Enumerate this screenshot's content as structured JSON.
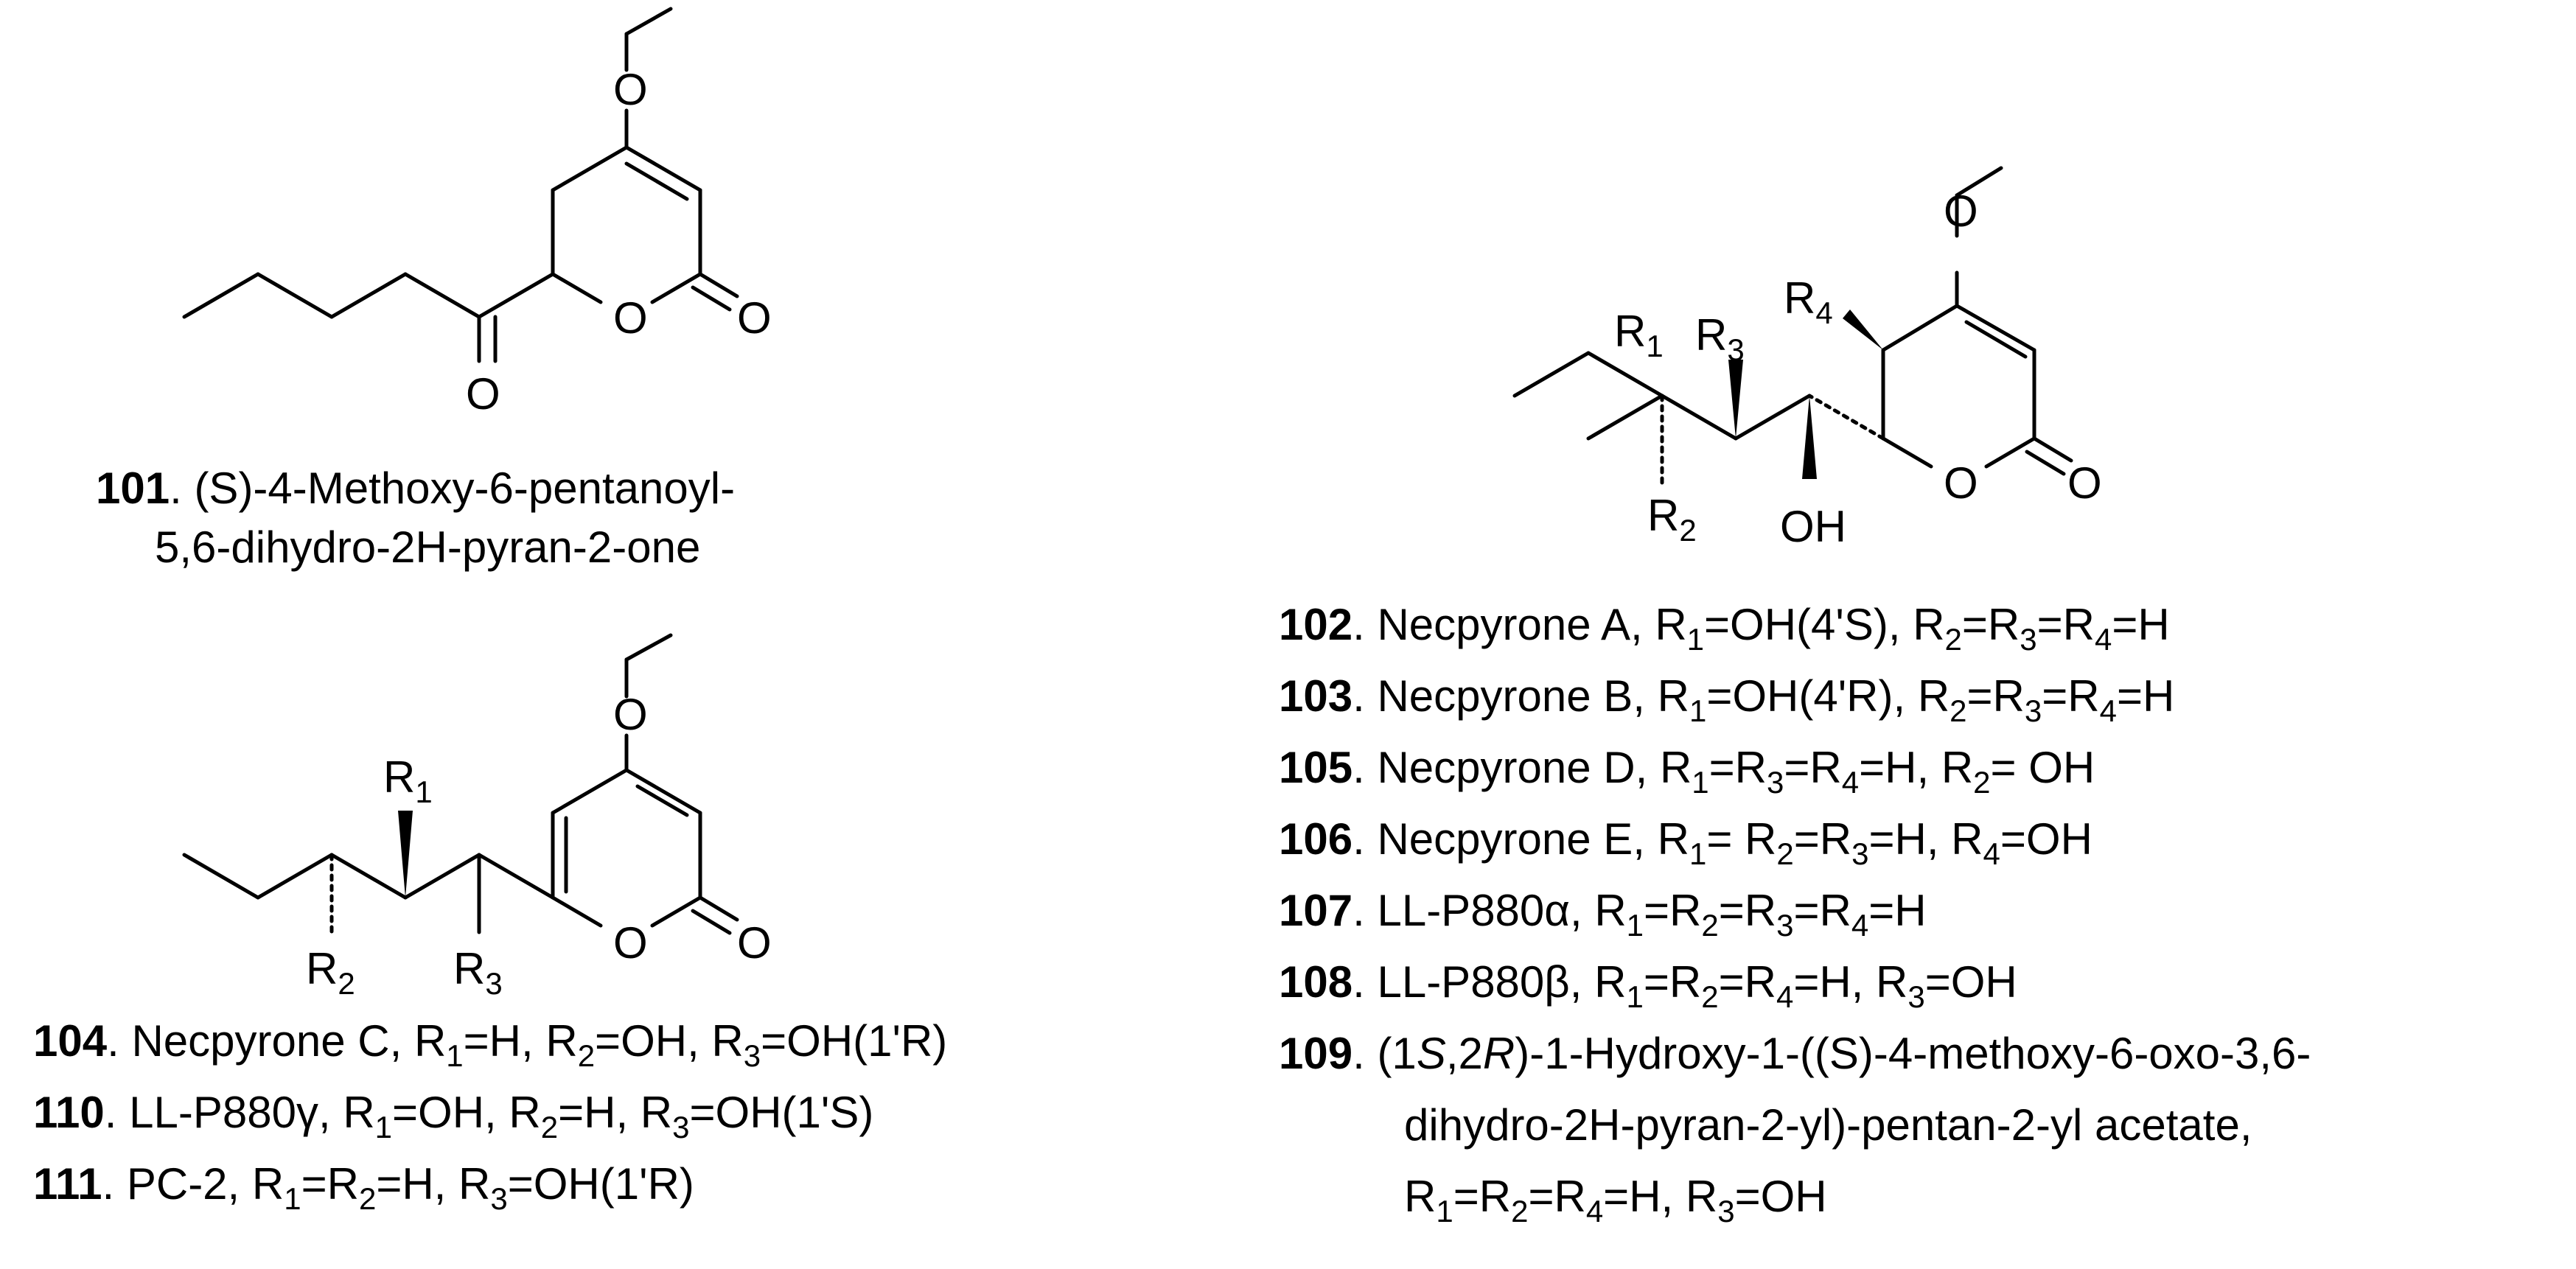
{
  "structures": {
    "s101": {
      "atoms": {
        "o_methoxy": "O",
        "o_ring": "O",
        "o_lactone": "O",
        "o_ketone": "O"
      },
      "caption": {
        "number": "101",
        "line1": ". (S)-4-Methoxy-6-pentanoyl-",
        "line2": "5,6-dihydro-2H-pyran-2-one"
      }
    },
    "s102": {
      "atoms": {
        "o_methoxy": "O",
        "o_ring": "O",
        "o_lactone": "O",
        "oh": "OH",
        "r1": "R",
        "r1_sub": "1",
        "r2": "R",
        "r2_sub": "2",
        "r3": "R",
        "r3_sub": "3",
        "r4": "R",
        "r4_sub": "4"
      }
    },
    "s104": {
      "atoms": {
        "o_methoxy": "O",
        "o_ring": "O",
        "o_lactone": "O",
        "r1": "R",
        "r1_sub": "1",
        "r2": "R",
        "r2_sub": "2",
        "r3": "R",
        "r3_sub": "3"
      }
    }
  },
  "legend_right": [
    {
      "n": "102",
      "t": [
        ". Necpyrone A, R",
        "1",
        "=OH(4'S), R",
        "2",
        "=R",
        "3",
        "=R",
        "4",
        "=H"
      ]
    },
    {
      "n": "103",
      "t": [
        ". Necpyrone B, R",
        "1",
        "=OH(4'R), R",
        "2",
        "=R",
        "3",
        "=R",
        "4",
        "=H"
      ]
    },
    {
      "n": "105",
      "t": [
        ". Necpyrone D, R",
        "1",
        "=R",
        "3",
        "=R",
        "4",
        "=H, R",
        "2",
        "= OH"
      ]
    },
    {
      "n": "106",
      "t": [
        ". Necpyrone E, R",
        "1",
        "= R",
        "2",
        "=R",
        "3",
        "=H, R",
        "4",
        "=OH"
      ]
    },
    {
      "n": "107",
      "t": [
        ". LL-P880α, R",
        "1",
        "=R",
        "2",
        "=R",
        "3",
        "=R",
        "4",
        "=H"
      ]
    },
    {
      "n": "108",
      "t": [
        ". LL-P880β, R",
        "1",
        "=R",
        "2",
        "=R",
        "4",
        "=H, R",
        "3",
        "=OH"
      ]
    }
  ],
  "entry_109": {
    "n": "109",
    "line1": [
      ". (1",
      "S",
      ",2",
      "R",
      ")-1-Hydroxy-1-((S)-4-methoxy-6-oxo-3,6-"
    ],
    "line2": "dihydro-2H-pyran-2-yl)-pentan-2-yl acetate,",
    "line3": [
      "R",
      "1",
      "=R",
      "2",
      "=R",
      "4",
      "=H, R",
      "3",
      "=OH"
    ]
  },
  "legend_left": [
    {
      "n": "104",
      "t": [
        ". Necpyrone C, R",
        "1",
        "=H, R",
        "2",
        "=OH, R",
        "3",
        "=OH(1'R)"
      ]
    },
    {
      "n": "110",
      "t": [
        ". LL-P880γ, R",
        "1",
        "=OH, R",
        "2",
        "=H, R",
        "3",
        "=OH(1'S)"
      ]
    },
    {
      "n": "111",
      "t": [
        ". PC-2, R",
        "1",
        "=R",
        "2",
        "=H, R",
        "3",
        "=OH(1'R)"
      ]
    }
  ]
}
